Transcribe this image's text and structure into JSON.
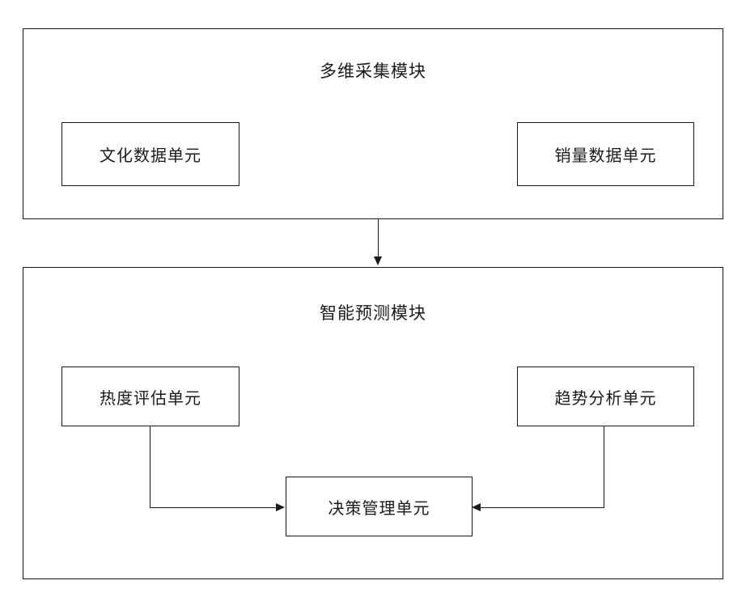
{
  "diagram": {
    "modules": [
      {
        "id": "collection-module",
        "title": "多维采集模块",
        "units": [
          {
            "id": "cultural-data-unit",
            "label": "文化数据单元"
          },
          {
            "id": "sales-data-unit",
            "label": "销量数据单元"
          }
        ]
      },
      {
        "id": "prediction-module",
        "title": "智能预测模块",
        "units": [
          {
            "id": "popularity-evaluation-unit",
            "label": "热度评估单元"
          },
          {
            "id": "trend-analysis-unit",
            "label": "趋势分析单元"
          },
          {
            "id": "decision-management-unit",
            "label": "决策管理单元"
          }
        ]
      }
    ],
    "connectors": [
      {
        "id": "collection-to-prediction",
        "marker": "arrow-down"
      },
      {
        "id": "popularity-to-decision",
        "marker": "arrow-right"
      },
      {
        "id": "trend-to-decision",
        "marker": "arrow-left"
      }
    ],
    "colors": {
      "line": "#1a1a1a",
      "background": "#ffffff",
      "text": "#1a1a1a"
    }
  }
}
